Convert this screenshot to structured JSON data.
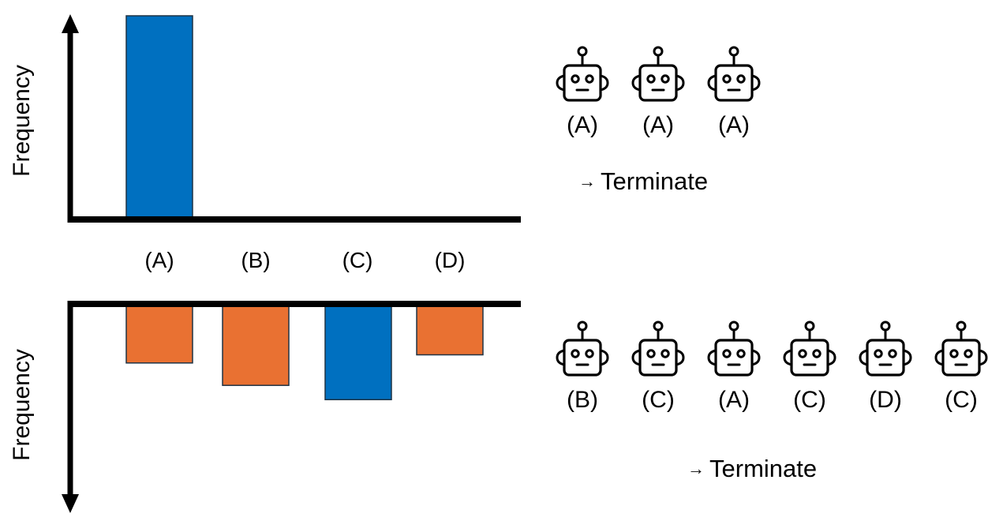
{
  "colors": {
    "highlight_bar": "#0070C0",
    "other_bar": "#E97132",
    "bar_outline": "#1F3345",
    "axis": "#000000"
  },
  "chart_data": [
    {
      "type": "bar",
      "title": "",
      "xlabel": "",
      "ylabel": "Frequency",
      "orientation": "upward",
      "categories": [
        "(A)",
        "(B)",
        "(C)",
        "(D)"
      ],
      "values": [
        1.0,
        0,
        0,
        0
      ],
      "highlight": [
        "(A)"
      ],
      "ylim": [
        0,
        1.0
      ],
      "grid": false,
      "note": "relative frequency; all three agents answered (A)"
    },
    {
      "type": "bar",
      "title": "",
      "xlabel": "",
      "ylabel": "Frequency",
      "orientation": "downward",
      "categories": [
        "(A)",
        "(B)",
        "(C)",
        "(D)"
      ],
      "values": [
        0.29,
        0.4,
        0.47,
        0.25
      ],
      "highlight": [
        "(C)"
      ],
      "ylim": [
        0,
        1.0
      ],
      "grid": false,
      "note": "relative heights estimated; (C) is the most frequent answer"
    }
  ],
  "category_labels": [
    "(A)",
    "(B)",
    "(C)",
    "(D)"
  ],
  "top_panel": {
    "ylabel": "Frequency",
    "agents": [
      {
        "icon": "robot-icon",
        "answer": "(A)"
      },
      {
        "icon": "robot-icon",
        "answer": "(A)"
      },
      {
        "icon": "robot-icon",
        "answer": "(A)"
      }
    ],
    "arrow": "→",
    "result": "Terminate"
  },
  "bottom_panel": {
    "ylabel": "Frequency",
    "agents": [
      {
        "icon": "robot-icon",
        "answer": "(B)"
      },
      {
        "icon": "robot-icon",
        "answer": "(C)"
      },
      {
        "icon": "robot-icon",
        "answer": "(A)"
      },
      {
        "icon": "robot-icon",
        "answer": "(C)"
      },
      {
        "icon": "robot-icon",
        "answer": "(D)"
      },
      {
        "icon": "robot-icon",
        "answer": "(C)"
      }
    ],
    "arrow": "→",
    "result": "Terminate"
  }
}
